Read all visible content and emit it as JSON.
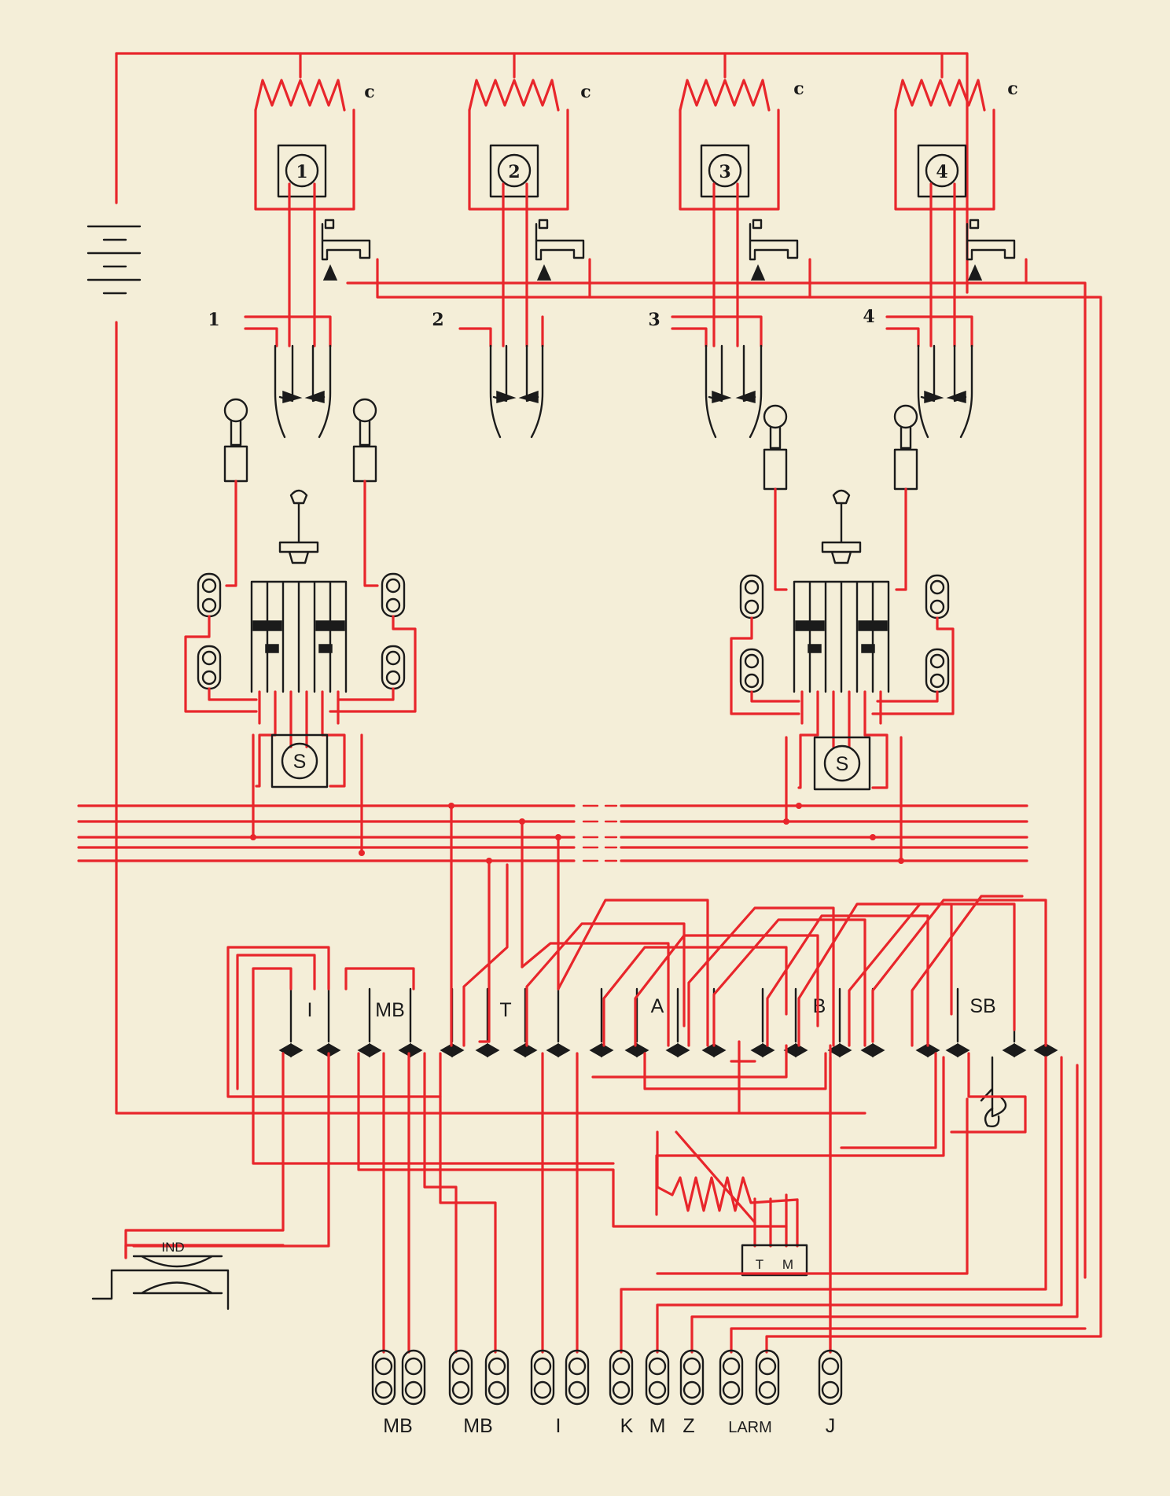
{
  "coil_mark": "c",
  "lines": [
    "1",
    "2",
    "3",
    "4"
  ],
  "stations": [
    "1",
    "2",
    "3",
    "4"
  ],
  "cord_circuit_label": "S",
  "keys": [
    "I",
    "MB",
    "T",
    "A",
    "B",
    "SB"
  ],
  "indicator_label": "IND",
  "relay_labels": [
    "T",
    "M"
  ],
  "terminal_labels": [
    "MB",
    "MB",
    "I",
    "K",
    "M",
    "Z",
    "LARM",
    "J"
  ],
  "colors": {
    "wire": "#e8262b",
    "ink": "#1b1b1b",
    "paper": "#f4eed8"
  }
}
